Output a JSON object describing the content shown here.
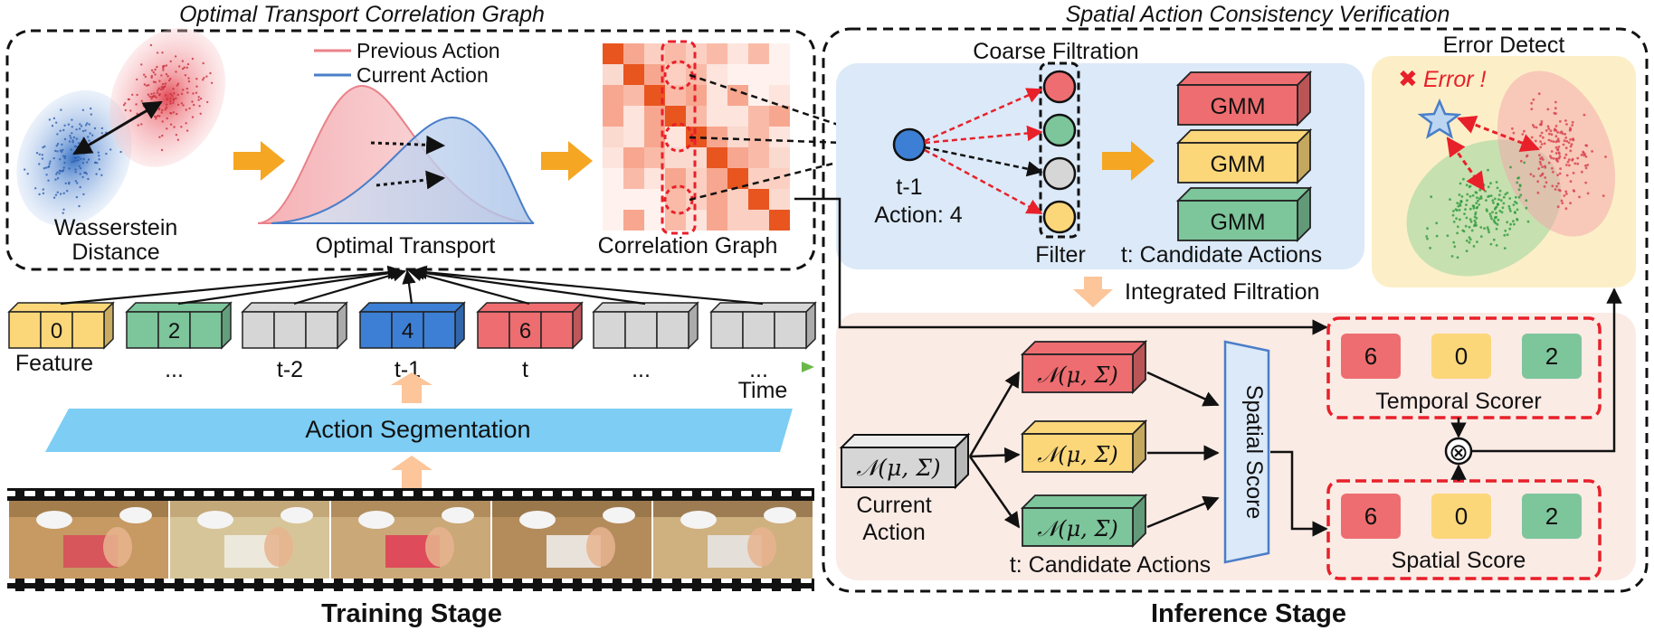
{
  "ot_panel": {
    "title": "Optimal Transport Correlation Graph",
    "wasserstein_label_1": "Wasserstein",
    "wasserstein_label_2": "Distance",
    "legend_previous": "Previous Action",
    "legend_current": "Current Action",
    "optimal_transport_label": "Optimal Transport",
    "correlation_graph_label": "Correlation Graph",
    "colors": {
      "previous": "#e8828a",
      "current": "#4a7ec8",
      "arrow": "#f5a623",
      "graph_dark": "#e8551f"
    }
  },
  "feature_row": {
    "feature_label": "Feature",
    "blocks": [
      {
        "value": "0",
        "label": "",
        "color": "#fbd77a"
      },
      {
        "value": "2",
        "label": "...",
        "color": "#7dc59b"
      },
      {
        "value": "",
        "label": "t-2",
        "color": "#d6d6d6"
      },
      {
        "value": "4",
        "label": "t-1",
        "color": "#3d7fd4"
      },
      {
        "value": "6",
        "label": "t",
        "color": "#ee6d70"
      },
      {
        "value": "",
        "label": "...",
        "color": "#d6d6d6"
      },
      {
        "value": "",
        "label": "...",
        "color": "#d6d6d6"
      }
    ],
    "time_label": "Time"
  },
  "action_segmentation": {
    "label": "Action Segmentation",
    "color": "#7dcdf4"
  },
  "training_stage_label": "Training Stage",
  "verification_panel": {
    "title": "Spatial Action Consistency Verification",
    "coarse_filtration": "Coarse Filtration",
    "t1_label": "t-1",
    "action_label": "Action: 4",
    "filter_label": "Filter",
    "gmm_labels": [
      "GMM",
      "GMM",
      "GMM"
    ],
    "candidate_actions_label": "t: Candidate Actions",
    "integrated_filtration": "Integrated Filtration",
    "error_detect": "Error Detect",
    "error_text": "Error !",
    "error_mark": "✖"
  },
  "inference": {
    "normal_label": "𝒩(μ, Σ)",
    "current_action_1": "Current",
    "current_action_2": "Action",
    "candidate_actions_label": "t: Candidate Actions",
    "spatial_score_vertical": "Spatial Score",
    "temporal_scorer": "Temporal Scorer",
    "spatial_score": "Spatial Score",
    "score_values": [
      "6",
      "0",
      "2"
    ],
    "otimes": "⊗"
  },
  "inference_stage_label": "Inference Stage"
}
